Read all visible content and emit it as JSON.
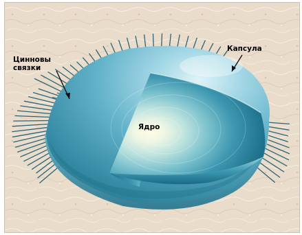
{
  "diagram": {
    "labels": {
      "zonule_line1": "Цинновы",
      "zonule_line2": "связки",
      "capsule": "Капсула",
      "nucleus": "Ядро"
    }
  },
  "colors": {
    "background": "#e9dccb",
    "capsule": "#5fb0c8",
    "cortex_outer": "#1f7d99",
    "nucleus_center": "#fffbe6",
    "fibers": "#2a6478"
  }
}
